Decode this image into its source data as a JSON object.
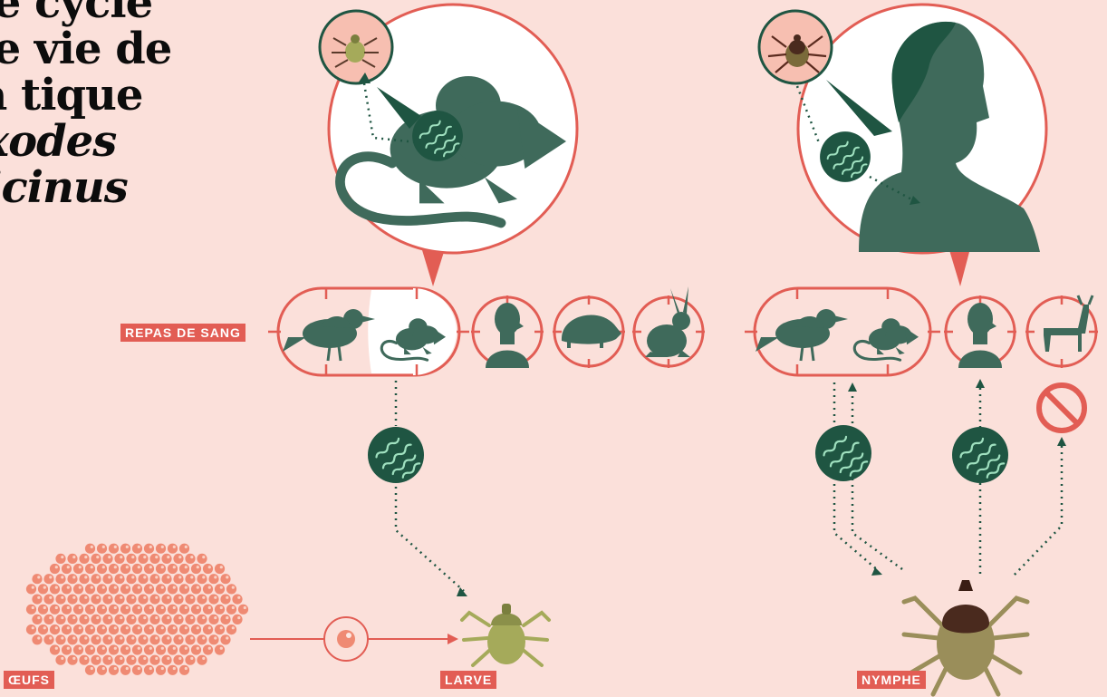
{
  "title": {
    "lines": [
      "Le cycle",
      "de vie de",
      "la tique"
    ],
    "species_line1": "Ixodes",
    "species_line2": "ricinus"
  },
  "labels": {
    "blood_meal": "REPAS DE SANG",
    "eggs": "ŒUFS",
    "larva": "LARVE",
    "nymph": "NYMPHE"
  },
  "icons": {
    "larva_hosts": [
      "bird-icon",
      "mouse-icon",
      "human-icon",
      "hedgehog-icon",
      "rabbit-icon"
    ],
    "nymph_hosts": [
      "bird-icon",
      "mouse-icon",
      "human-icon",
      "deer-icon"
    ],
    "bacteria": "bacteria-icon",
    "forbidden": "no-entry-icon"
  },
  "colors": {
    "background": "#fbe0da",
    "accent_red": "#e25d54",
    "animal_green": "#3f6a5b",
    "bacteria_green": "#1f5542",
    "bacteria_lines": "#9fe0bf",
    "egg": "#ef8a73",
    "larva_body": "#a5aa5a",
    "nymph_body": "#9a8e5a",
    "nymph_shield": "#4a2a1e"
  }
}
